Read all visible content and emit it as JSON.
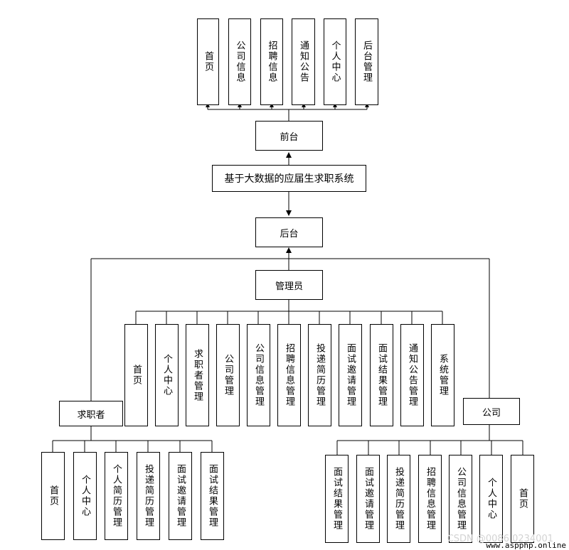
{
  "diagram": {
    "front_modules": [
      "首页",
      "公司信息",
      "招聘信息",
      "通知公告",
      "个人中心",
      "后台管理"
    ],
    "front_label": "前台",
    "system_title": "基于大数据的应届生求职系统",
    "back_label": "后台",
    "admin_label": "管理员",
    "admin_modules": [
      "首页",
      "个人中心",
      "求职者管理",
      "公司管理",
      "公司信息管理",
      "招聘信息管理",
      "投递简历管理",
      "面试邀请管理",
      "面试结果管理",
      "通知公告管理",
      "系统管理"
    ],
    "seeker_label": "求职者",
    "seeker_modules": [
      "首页",
      "个人中心",
      "个人简历管理",
      "投递简历管理",
      "面试邀请管理",
      "面试结果管理"
    ],
    "company_label": "公司",
    "company_modules": [
      "面试结果管理",
      "面试邀请管理",
      "投递简历管理",
      "招聘信息管理",
      "公司信息管理",
      "个人中心",
      "首页"
    ]
  },
  "watermark": {
    "csdn": "CSDN @0086 0234001",
    "site": "www.aspphp.online"
  }
}
